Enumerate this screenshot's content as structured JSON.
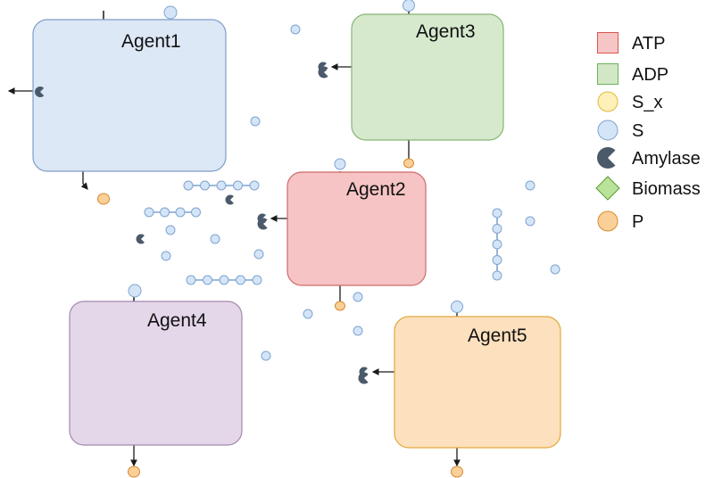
{
  "colors": {
    "atp_fill": "#f6c5c5",
    "atp_stroke": "#d9544f",
    "adp_fill": "#d2e7c6",
    "adp_stroke": "#6db35a",
    "sx_fill": "#fdf0b8",
    "sx_stroke": "#e2b93e",
    "s_fill": "#d4e5f8",
    "s_stroke": "#7ea4cf",
    "p_fill": "#fbcf98",
    "p_stroke": "#d48a2e",
    "biomass_fill": "#b9e39a",
    "biomass_stroke": "#5a9a32",
    "amylase": "#4a5a6a"
  },
  "agents": [
    {
      "label": "Agent1",
      "fill": "#dde8f6",
      "stroke": "#7e9dc9"
    },
    {
      "label": "Agent3",
      "fill": "#d6e9cd",
      "stroke": "#86b572"
    },
    {
      "label": "Agent2",
      "fill": "#f6c4c4",
      "stroke": "#cf6b6b"
    },
    {
      "label": "Agent4",
      "fill": "#e5d7ea",
      "stroke": "#a289ae"
    },
    {
      "label": "Agent5",
      "fill": "#fde0bd",
      "stroke": "#e2a93c"
    }
  ],
  "legend": [
    {
      "label": "ATP",
      "icon": "square-atp"
    },
    {
      "label": "ADP",
      "icon": "square-adp"
    },
    {
      "label": "S_x",
      "icon": "circle-sx"
    },
    {
      "label": "S",
      "icon": "circle-s"
    },
    {
      "label": "Amylase",
      "icon": "pacman-amylase"
    },
    {
      "label": "Biomass",
      "icon": "diamond-biomass"
    },
    {
      "label": "P",
      "icon": "circle-p"
    }
  ]
}
